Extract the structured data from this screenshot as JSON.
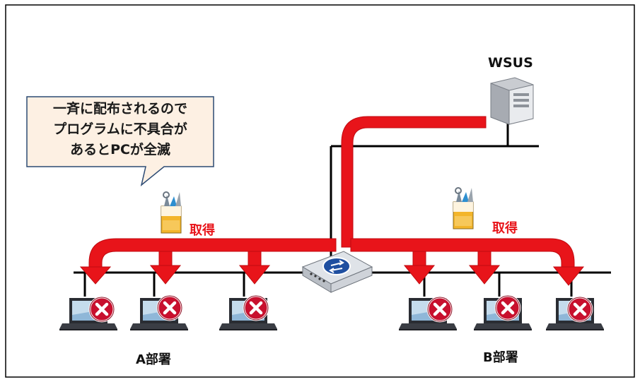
{
  "callout": {
    "lines": [
      "一斉に配布されるので",
      "プログラムに不具合が",
      "あるとPCが全滅"
    ]
  },
  "server": {
    "label": "WSUS",
    "icon": "server-icon"
  },
  "labels": {
    "get_left": "取得",
    "get_right": "取得",
    "dept_a": "A部署",
    "dept_b": "B部署"
  },
  "icons": {
    "router": "network-router-icon",
    "update_package": "update-package-icon",
    "pc": "laptop-icon",
    "error": "error-x-icon"
  },
  "colors": {
    "arrow": "#e8141a",
    "line": "#000000",
    "callout_fill": "#fdf0e3",
    "callout_border": "#2c4a73",
    "label_red": "#e8141a",
    "error_red": "#c8102e"
  }
}
